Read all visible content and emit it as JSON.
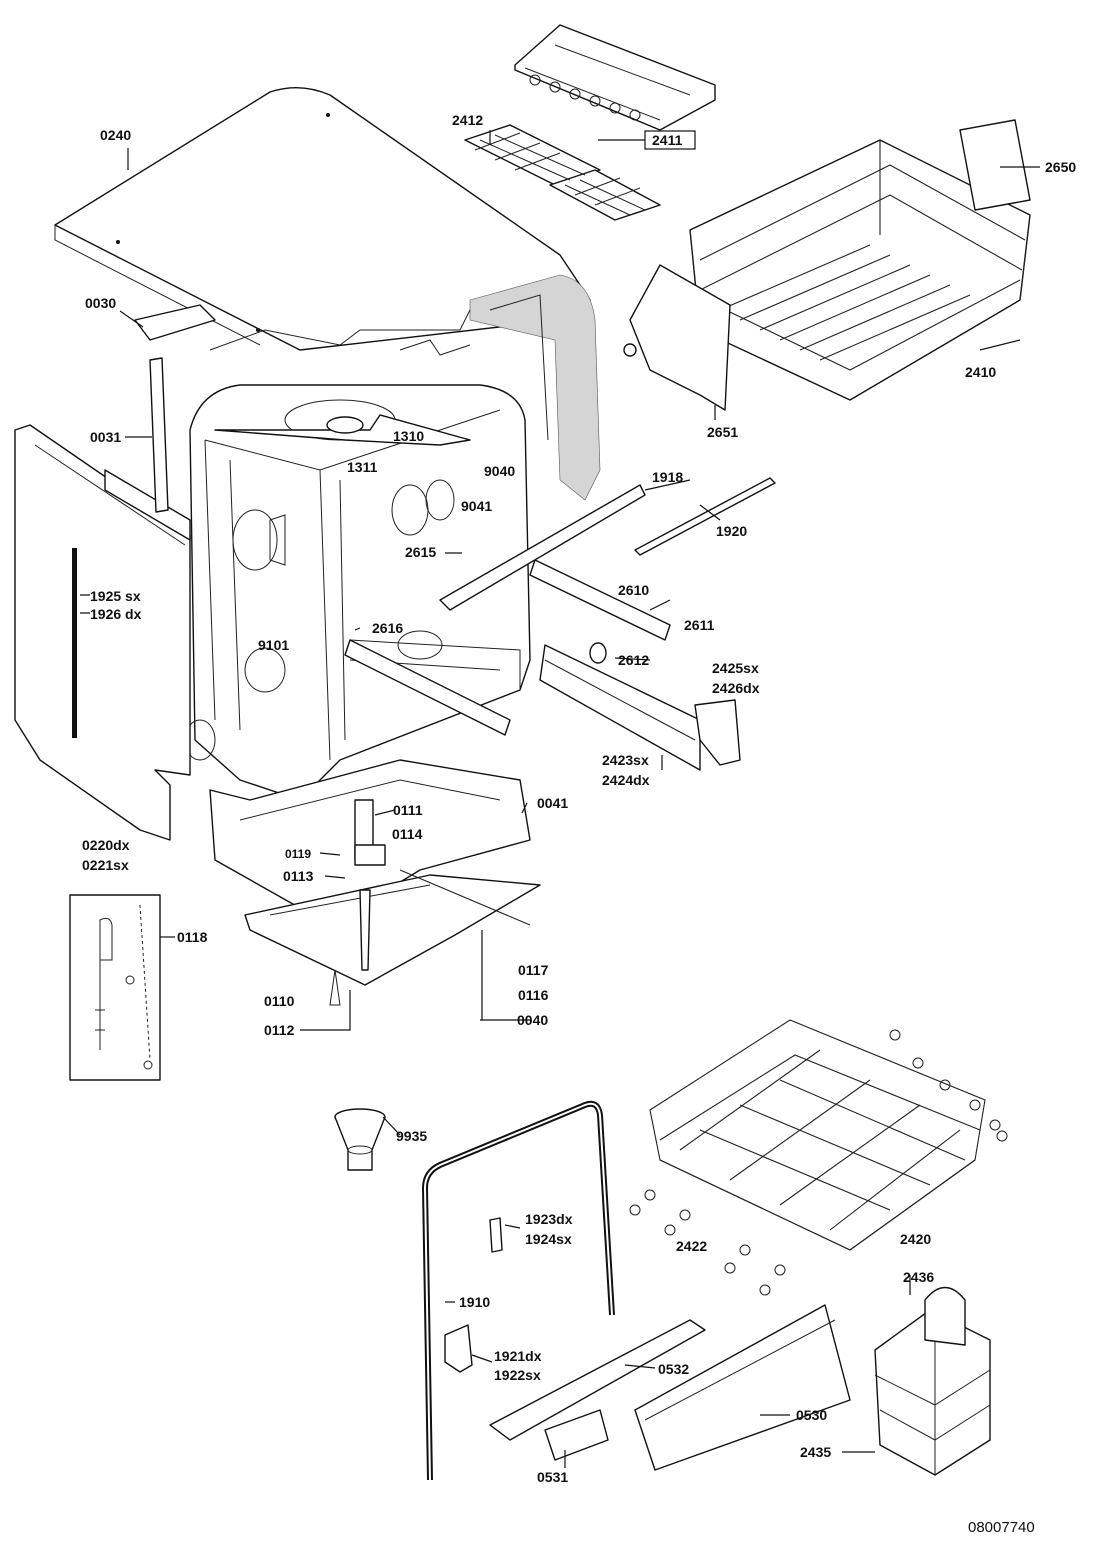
{
  "labels": {
    "p0240": "0240",
    "p2412": "2412",
    "p2411": "2411",
    "p2650": "2650",
    "p0030": "0030",
    "p0031": "0031",
    "p1310": "1310",
    "p1311": "1311",
    "p9040": "9040",
    "p1918": "1918",
    "p9041": "9041",
    "p2410": "2410",
    "p2651": "2651",
    "p1920": "1920",
    "p2615": "2615",
    "p1925": "1925",
    "p1925_sub": "sx",
    "p1926": "1926",
    "p1926_sub": "dx",
    "p2610": "2610",
    "p2611": "2611",
    "p9101": "9101",
    "p2616": "2616",
    "p2612": "2612",
    "p2425": "2425",
    "p2425_sub": "sx",
    "p2426": "2426",
    "p2426_sub": "dx",
    "p2423": "2423",
    "p2423_sub": "sx",
    "p2424": "2424",
    "p2424_sub": "dx",
    "p0111": "0111",
    "p0041": "0041",
    "p0114": "0114",
    "p0119": "0119",
    "p0113": "0113",
    "p0220": "0220",
    "p0220_sub": "dx",
    "p0221": "0221",
    "p0221_sub": "sx",
    "p0118": "0118",
    "p0117": "0117",
    "p0116": "0116",
    "p0110": "0110",
    "p0040": "0040",
    "p0112": "0112",
    "p9935": "9935",
    "p1923": "1923",
    "p1923_sub": "dx",
    "p1924": "1924",
    "p1924_sub": "sx",
    "p2422": "2422",
    "p2420": "2420",
    "p2436": "2436",
    "p1910": "1910",
    "p1921": "1921",
    "p1921_sub": "dx",
    "p1922": "1922",
    "p1922_sub": "sx",
    "p0532": "0532",
    "p0530": "0530",
    "p2435": "2435",
    "p0531": "0531"
  },
  "document_number": "08007740"
}
